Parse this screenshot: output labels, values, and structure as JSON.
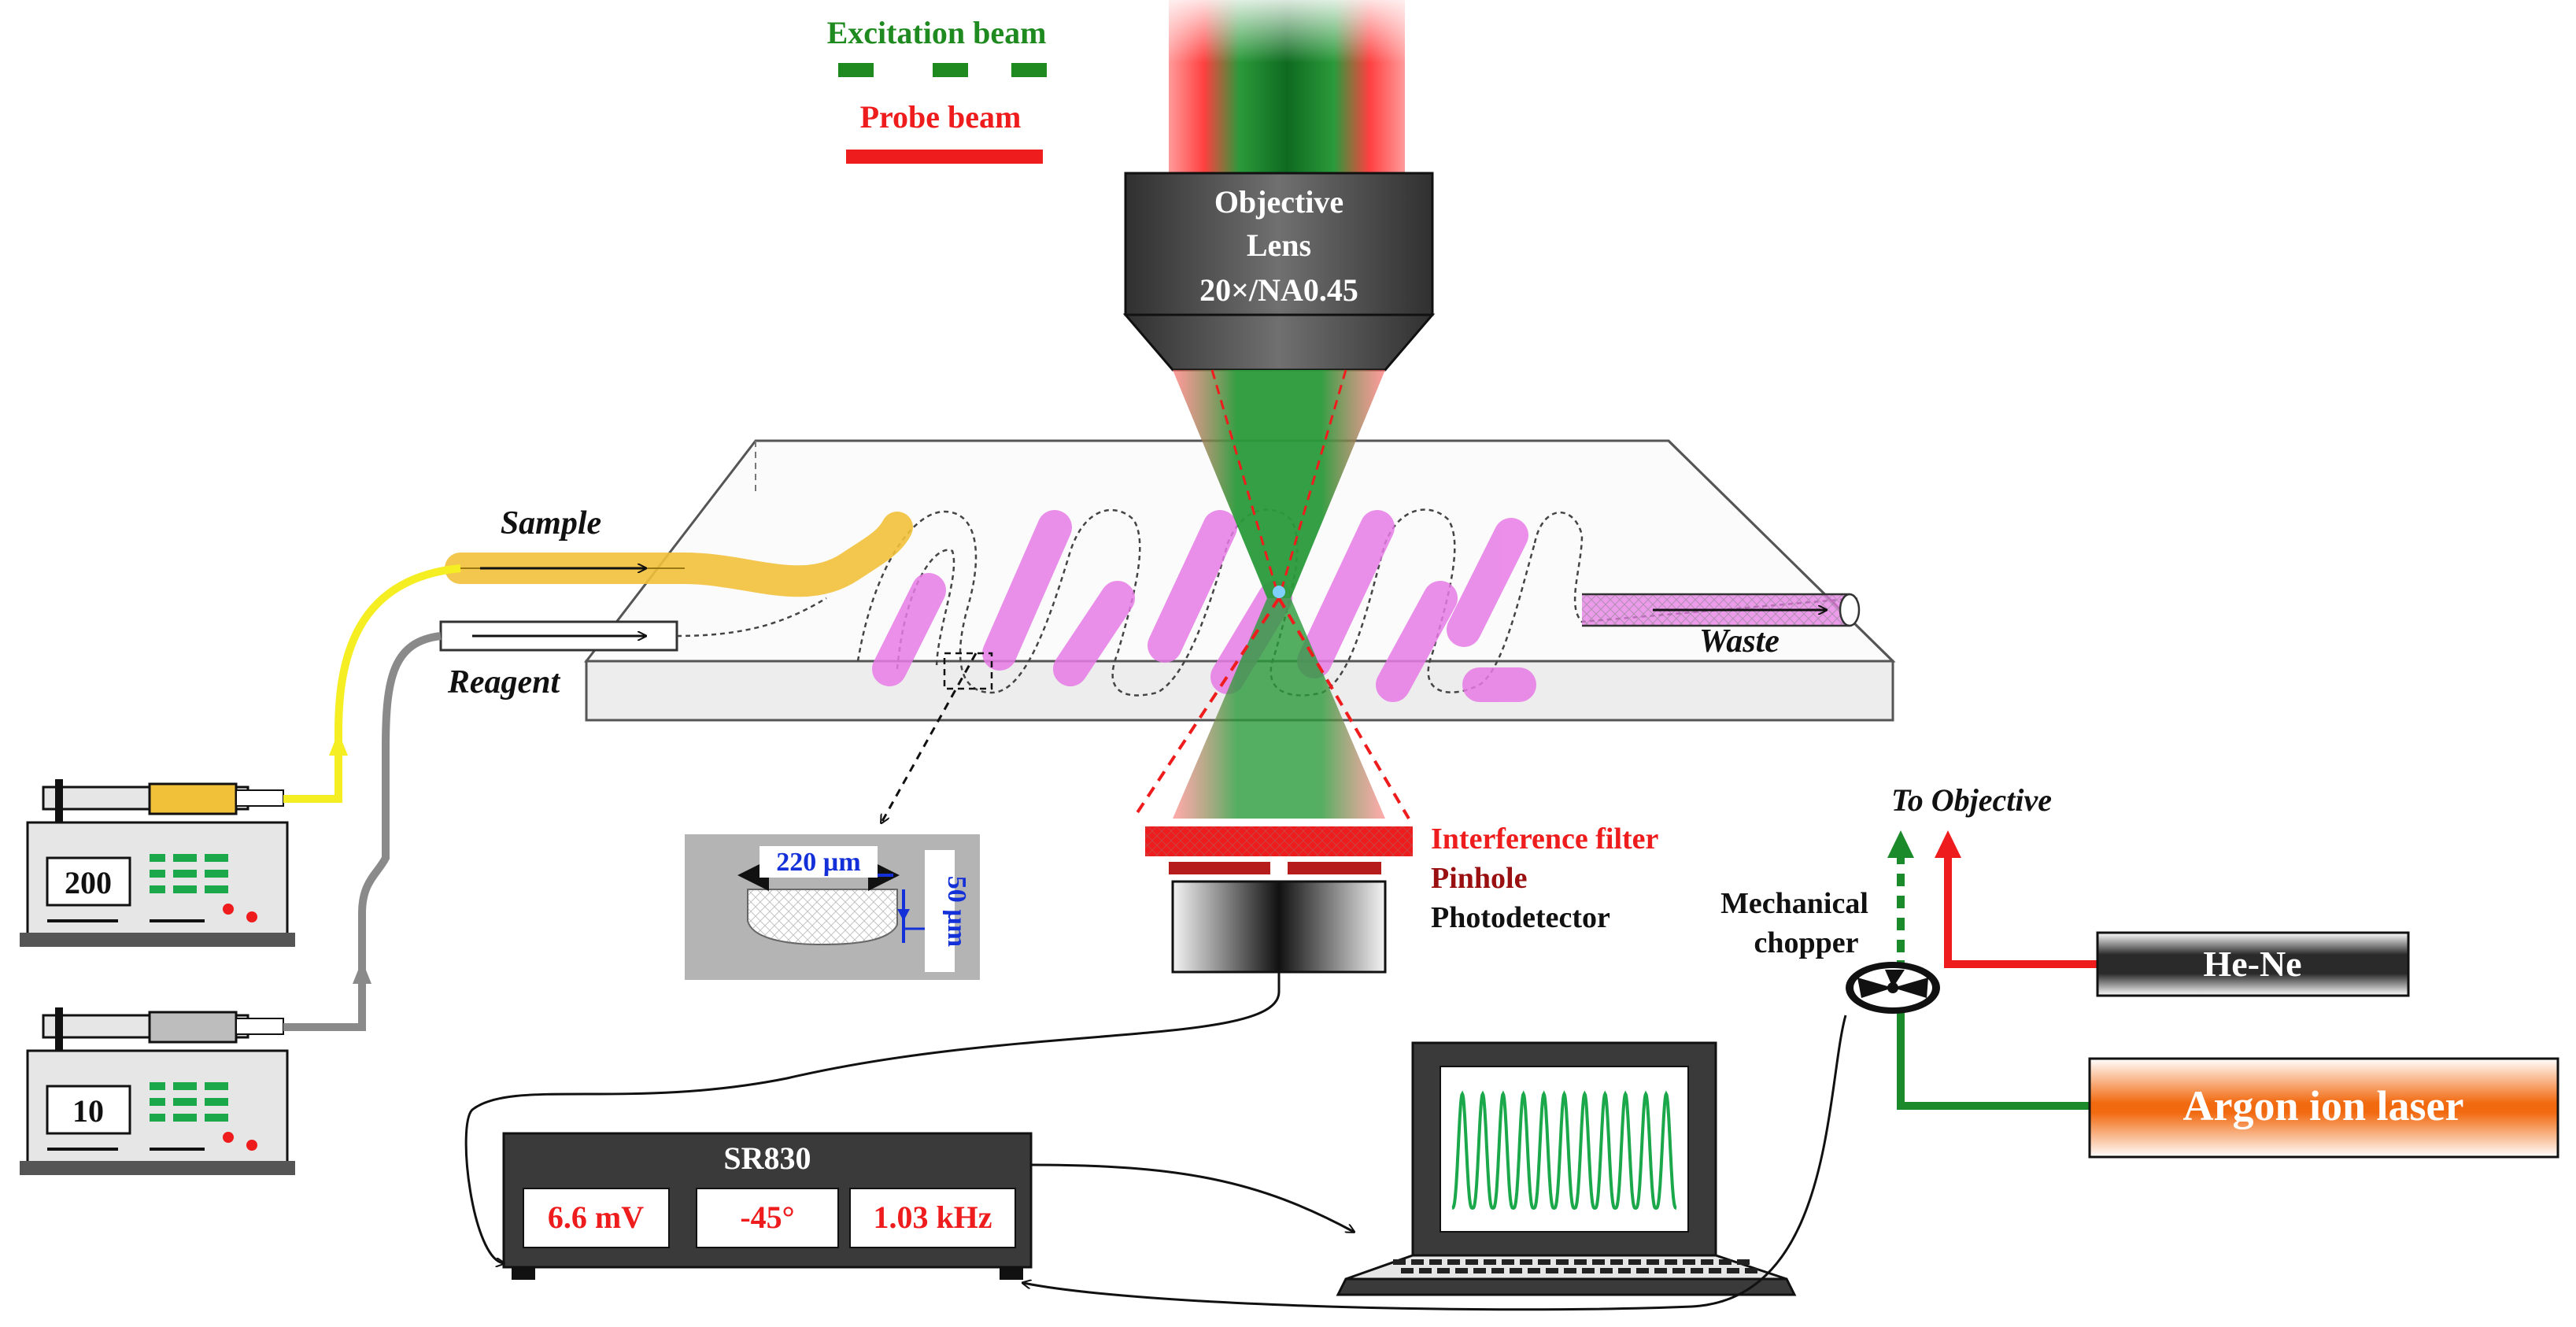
{
  "legend": {
    "excitation_label": "Excitation beam",
    "probe_label": "Probe beam",
    "excitation_color": "#1f8a1f",
    "probe_color": "#ee1c1c"
  },
  "objective": {
    "line1": "Objective",
    "line2": "Lens",
    "line3": "20×/NA0.45"
  },
  "chip": {
    "sample_label": "Sample",
    "reagent_label": "Reagent",
    "waste_label": "Waste",
    "sample_color": "#f2c13a",
    "reaction_color": "#e77be6"
  },
  "channel_cross_section": {
    "width_label": "220 µm",
    "depth_label": "50 µm"
  },
  "detection": {
    "filter_label": "Interference filter",
    "pinhole_label": "Pinhole",
    "detector_label": "Photodetector"
  },
  "pumps": [
    {
      "display": "200"
    },
    {
      "display": "10"
    }
  ],
  "lockin": {
    "model": "SR830",
    "readouts": [
      "6.6 mV",
      "-45°",
      "1.03 kHz"
    ],
    "readout_color": "#ee1c1c"
  },
  "lasers": {
    "to_objective_label": "To Objective",
    "chopper_label_1": "Mechanical",
    "chopper_label_2": "chopper",
    "hene_label": "He-Ne",
    "argon_label": "Argon ion laser",
    "argon_color": "#f26a10",
    "green_path_color": "#1a8a2a",
    "red_path_color": "#ee1c1c"
  }
}
